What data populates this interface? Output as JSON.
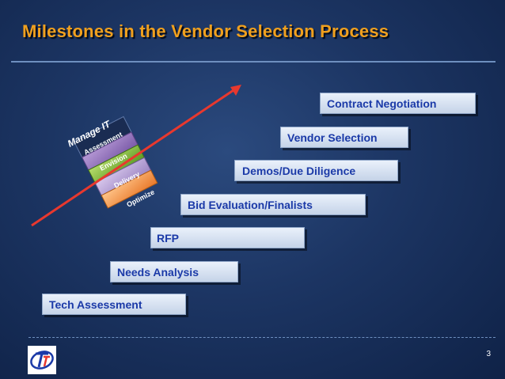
{
  "slide": {
    "title": "Milestones in the Vendor Selection Process",
    "page_number": "3"
  },
  "steps": [
    {
      "label": "Contract Negotiation"
    },
    {
      "label": "Vendor Selection"
    },
    {
      "label": "Demos/Due Diligence"
    },
    {
      "label": "Bid Evaluation/Finalists"
    },
    {
      "label": "RFP"
    },
    {
      "label": "Needs Analysis"
    },
    {
      "label": "Tech Assessment"
    }
  ],
  "stack": {
    "manage_label": "Manage IT",
    "layers": [
      "Assessment",
      "Envision",
      "Delivery",
      "Optimize"
    ]
  },
  "colors": {
    "title": "#f0a01e",
    "arrow": "#e8382e",
    "step_text": "#1b3aa8"
  }
}
